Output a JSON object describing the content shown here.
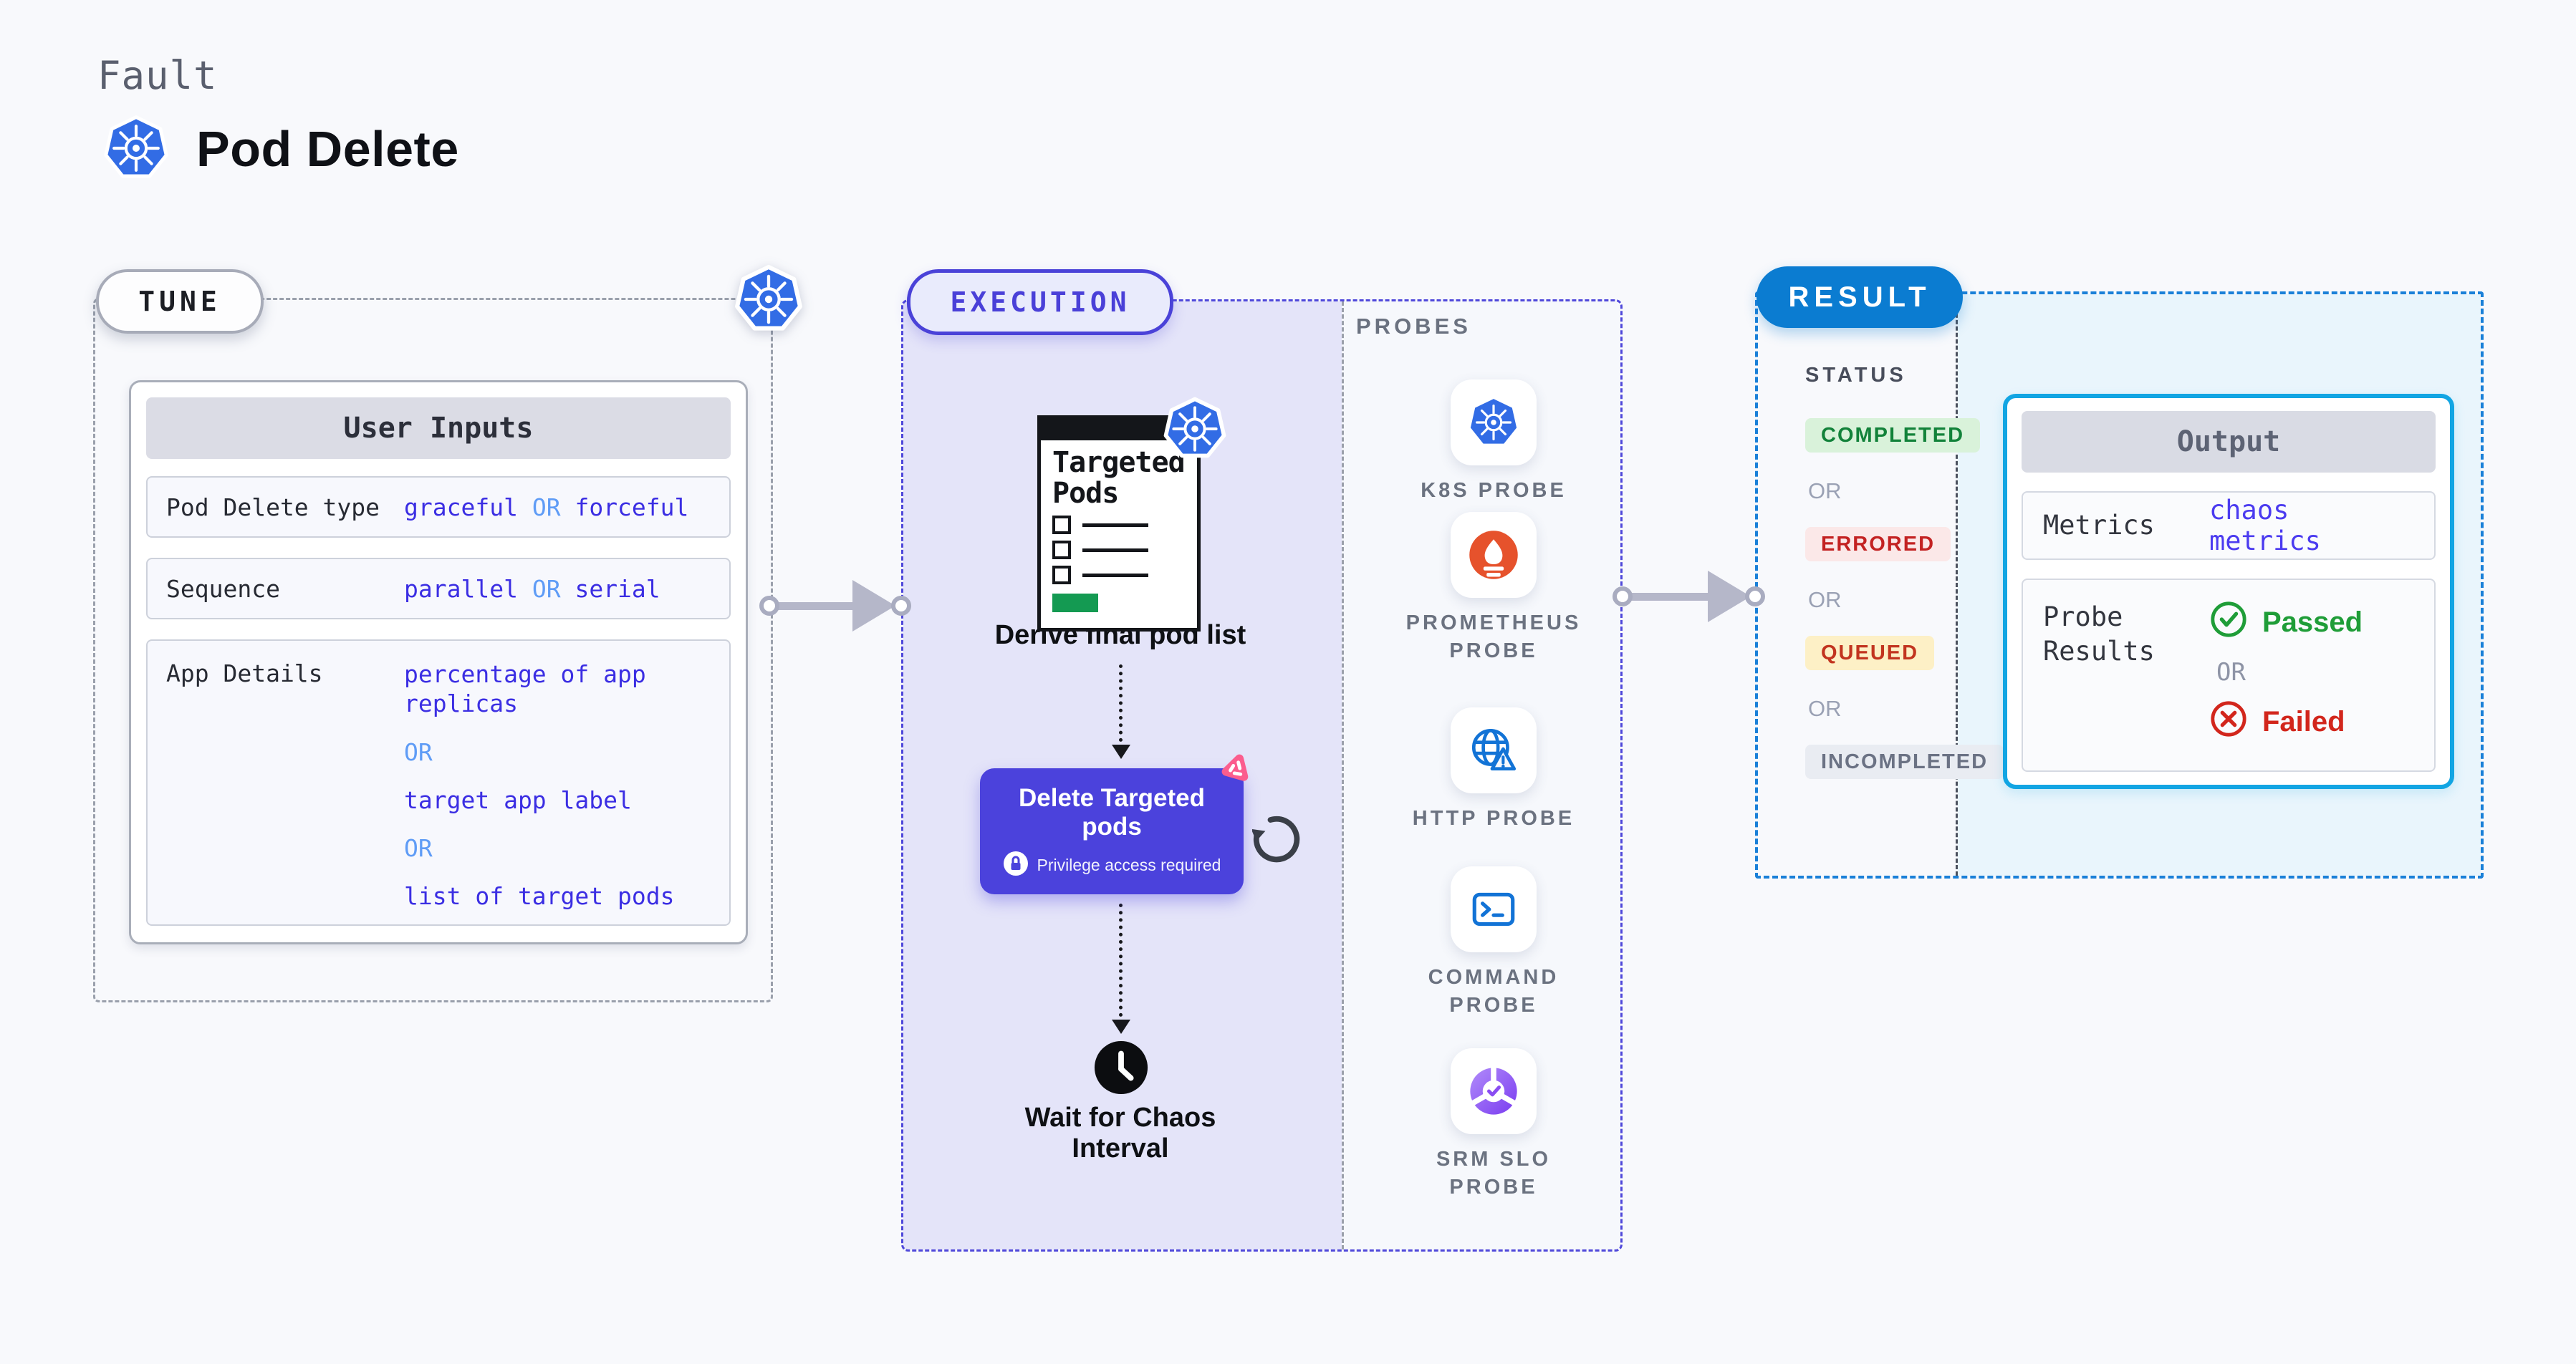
{
  "header": {
    "eyebrow": "Fault",
    "title": "Pod Delete"
  },
  "tune": {
    "badge": "TUNE",
    "table": {
      "header": "User Inputs",
      "rows": [
        {
          "label": "Pod Delete type",
          "segments": [
            "graceful",
            "OR",
            "forceful"
          ]
        },
        {
          "label": "Sequence",
          "segments": [
            "parallel",
            "OR",
            "serial"
          ]
        },
        {
          "label": "App Details",
          "segments": [
            "percentage of app replicas",
            "OR",
            "target app label",
            "OR",
            "list of target pods"
          ]
        }
      ]
    }
  },
  "execution": {
    "badge": "EXECUTION",
    "clipboard": {
      "title": "Targeted Pods"
    },
    "derive_label": "Derive final pod list",
    "delete_node": {
      "title": "Delete Targeted pods",
      "note": "Privilege access required"
    },
    "wait_label": "Wait for Chaos Interval",
    "probes": {
      "heading": "PROBES",
      "items": [
        {
          "label": "K8S PROBE",
          "icon": "kubernetes-icon"
        },
        {
          "label": "PROMETHEUS PROBE",
          "icon": "prometheus-icon"
        },
        {
          "label": "HTTP PROBE",
          "icon": "globe-warning-icon"
        },
        {
          "label": "COMMAND PROBE",
          "icon": "terminal-icon"
        },
        {
          "label": "SRM SLO PROBE",
          "icon": "slo-donut-check-icon"
        }
      ]
    }
  },
  "result": {
    "badge": "RESULT",
    "status": {
      "heading": "STATUS",
      "separator": "OR",
      "items": [
        "COMPLETED",
        "ERRORED",
        "QUEUED",
        "INCOMPLETED"
      ]
    },
    "output": {
      "header": "Output",
      "metrics_label": "Metrics",
      "metrics_value": "chaos metrics",
      "probe_label": "Probe Results",
      "passed": "Passed",
      "separator": "OR",
      "failed": "Failed"
    }
  },
  "colors": {
    "kubernetes_blue": "#326CE5",
    "accent_indigo": "#4b42dc",
    "value_text": "#3b2ee3",
    "or_text": "#5f9cf6",
    "result_blue": "#0b7cd1",
    "output_border": "#12a5e3",
    "passed_green": "#1f9d38",
    "failed_red": "#d2261c",
    "prometheus_orange": "#e6522c",
    "litmus_pink": "#fb5d8e",
    "progress_green": "#149a52"
  }
}
